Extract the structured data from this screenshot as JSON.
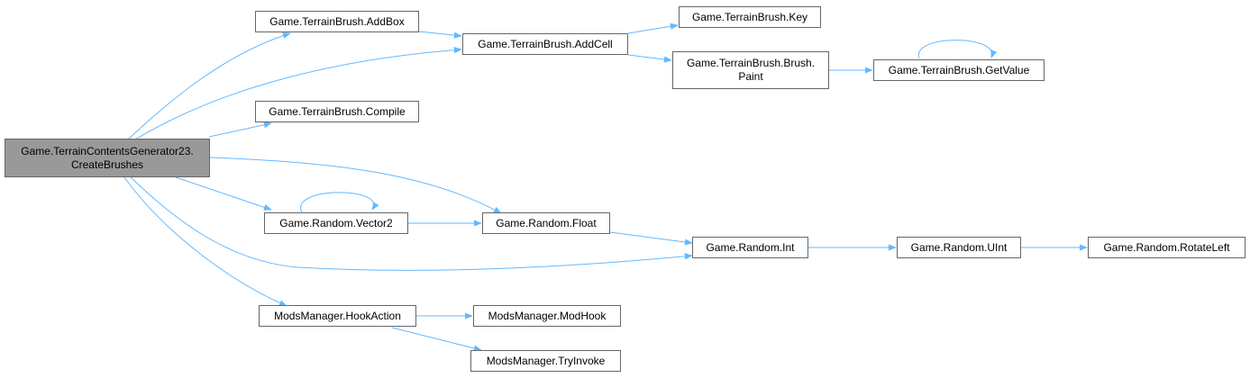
{
  "diagram": {
    "edge_color": "#63b8ff",
    "root_fill": "#999999",
    "node_border": "#666666",
    "nodes": {
      "root": {
        "lines": [
          "Game.TerrainContentsGenerator23.",
          "CreateBrushes"
        ]
      },
      "addbox": {
        "lines": [
          "Game.TerrainBrush.AddBox"
        ]
      },
      "addcell": {
        "lines": [
          "Game.TerrainBrush.AddCell"
        ]
      },
      "key": {
        "lines": [
          "Game.TerrainBrush.Key"
        ]
      },
      "paint": {
        "lines": [
          "Game.TerrainBrush.Brush.",
          "Paint"
        ]
      },
      "getvalue": {
        "lines": [
          "Game.TerrainBrush.GetValue"
        ]
      },
      "compile": {
        "lines": [
          "Game.TerrainBrush.Compile"
        ]
      },
      "vector2": {
        "lines": [
          "Game.Random.Vector2"
        ]
      },
      "float": {
        "lines": [
          "Game.Random.Float"
        ]
      },
      "int": {
        "lines": [
          "Game.Random.Int"
        ]
      },
      "uint": {
        "lines": [
          "Game.Random.UInt"
        ]
      },
      "rotateleft": {
        "lines": [
          "Game.Random.RotateLeft"
        ]
      },
      "hookaction": {
        "lines": [
          "ModsManager.HookAction"
        ]
      },
      "modhook": {
        "lines": [
          "ModsManager.ModHook"
        ]
      },
      "tryinvoke": {
        "lines": [
          "ModsManager.TryInvoke"
        ]
      }
    }
  }
}
